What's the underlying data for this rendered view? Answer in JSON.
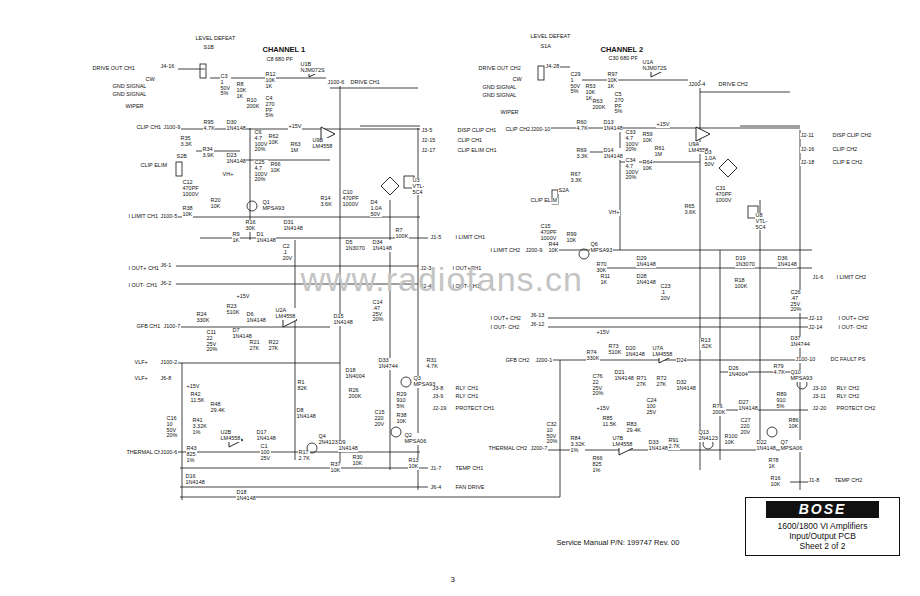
{
  "diagram": {
    "nodes": [
      {
        "text": [
          "BOSE",
          "1600/1800 VI Amplifiers",
          "Input/Output PCB",
          "Sheet 2 of 2"
        ]
      }
    ],
    "labels": [
      "CHANNEL 1",
      "LEVEL DEFEAT",
      "S1B",
      "DRIVE OUT CH1",
      "J4-16",
      "CW",
      "GND SIGNAL",
      "GND SIGNAL",
      "WIPER",
      "C3 1 50V 5%",
      "R8 10K 1K",
      "R10 200K",
      "R12 10K 1K",
      "C8 680 PF",
      "C4 270 PF 5%",
      "U1B NJM072S",
      "J100-6",
      "DRIVE CH1",
      "CLIP CH1",
      "J100-9",
      "R95 4.7K",
      "D30 1N4148",
      "R35 3.3K",
      "R34 3.9K",
      "D23 1N4148",
      "C6 4.7 100V 20%",
      "R62 10K",
      "+15V",
      "R63 1M",
      "U9B LM4558",
      "C25 4.7 100V 20%",
      "R66 10K",
      "S2B",
      "CLIP ELIM",
      "VH+",
      "C12 470PF 1000V",
      "R20 10K",
      "Q1 MPSA93",
      "R38 10K",
      "I LIMIT CH1",
      "J100-5",
      "R14 3.6K",
      "C10 470PF 1000V",
      "D4 1.0A 50V",
      "U3 VTL-5C4",
      "J3-5",
      "DISP CLIP CH1",
      "J2-15",
      "CLIP CH1",
      "J2-17",
      "CLIP ELIM CH1",
      "R16 30K",
      "D31 1N4148",
      "R9 1K",
      "D1 1N4148",
      "C2 .1 20V",
      "D5 1N3070",
      "D34 1N4148",
      "R7 100K",
      "J1-5",
      "I LIMIT CH1",
      "I OUT+ CH1",
      "J6-1",
      "I OUT- CH1",
      "J6-2",
      "J2-3",
      "I OUT+CH1",
      "J2-4",
      "I OUT-CH1",
      "R24 330K",
      "R23 510K",
      "+15V",
      "C11 22 25V 20%",
      "D7 1N4148",
      "D6 1N4148",
      "U2A LM4558",
      "R21 27K",
      "R22 27K",
      "GFB CH1",
      "J100-7",
      "D15 1N4148",
      "C14 .47 25V 20%",
      "R1 82K",
      "R31 4.7K",
      "D18 1N4004",
      "D33 1N4744",
      "R26 200K",
      "Q3 MPSA93",
      "J3-8",
      "RLY CH1",
      "J3-9",
      "RLY CH1",
      "J2-19",
      "PROTECT CH1",
      "R29 910 5%",
      "R38 10K",
      "Q2 MPSA06",
      "C15 220 20V",
      "VLF+",
      "J100-2",
      "VLF+",
      "J6-8",
      "+15V",
      "R42 11.5K",
      "R48 29.4K",
      "C16 10 50V 20%",
      "R41 3.32K 1%",
      "U2B LM4558",
      "D17 1N4148",
      "D8 1N4148",
      "D9 1N4148",
      "R43 825 1%",
      "THERMAL CH1",
      "J100-6",
      "C1 100 25V",
      "R17 2.7K",
      "Q4 2N4123",
      "R37 10K",
      "R30 10K",
      "D16 1N4148",
      "R13 10K",
      "J1-7",
      "TEMP CH1",
      "J6-4",
      "FAN DRIVE",
      "D18 1N4148",
      "CHANNEL 2",
      "LEVEL DEFEAT",
      "S1A",
      "DRIVE OUT CH2",
      "J4-28",
      "CW",
      "GND SIGNAL",
      "GND SIGNAL",
      "WIPER",
      "C29 1 50V 5%",
      "R53 10K 1K",
      "R63 200K",
      "R97 10K 1K",
      "C30 680 PF",
      "C5 270 PF 5%",
      "U1A NJM072S",
      "J200-4",
      "DRIVE CH2",
      "CLIP CH2",
      "J200-10",
      "R60 4.7K",
      "D13 1N4148",
      "R69 3.3K",
      "D14 1N4148",
      "C33 4.7 100V 20%",
      "R59 10K",
      "+15V",
      "R61 1M",
      "U9A LM4558",
      "C34 4.7 100V 20%",
      "R64 10K",
      "R67 3.3K",
      "S2A",
      "CLIP ELIM",
      "VH+",
      "C15 470PF 1000V",
      "R99 10K",
      "R44 10K",
      "I LIMIT CH2",
      "J200-9",
      "Q6 MPSA93",
      "R70 30K",
      "R11 1K",
      "D29 1N4148",
      "D28 1N4148",
      "C23 .1 20V",
      "R65 3.6K",
      "C31 470PF 1000V",
      "D3 1.0A 50V",
      "U8 VTL-5C4",
      "J2-11",
      "DISP CLIP CH2",
      "J2-16",
      "CLIP CH2",
      "J2-18",
      "CLIP E CH2",
      "D19 1N3070",
      "D36 1N4148",
      "R18 100K",
      "J1-6",
      "I LIMIT CH2",
      "C26 .47 25V 20%",
      "I OUT+ CH2",
      "J6-13",
      "I OUT- CH2",
      "J6-12",
      "J2-13",
      "I OUT+ CH2",
      "J2-14",
      "I OUT- CH2",
      "D37 1N4744",
      "+15V",
      "R74 330K",
      "R73 510K",
      "D20 1N4148",
      "U7A LM4558",
      "R13 .62K",
      "GFB CH2",
      "J200-1",
      "C76 22 25V 20%",
      "D21 1N4148",
      "R71 27K",
      "R72 27K",
      "D24",
      "D32 1N4148",
      "D26 1N4004",
      "R79 4.7K",
      "J100-10",
      "DC FAULT PS",
      "J3-10",
      "RLY CH2",
      "J3-11",
      "RLY CH2",
      "J2-20",
      "PROTECT CH2",
      "Q10 MPSA93",
      "R76 200K",
      "D27 1N4148",
      "C27 220 20V",
      "R89 910 5%",
      "R86 10K",
      "R100 10K",
      "D22 1N4148",
      "Q7 MPSA06",
      "Q13 2N4123",
      "R91 2.7K",
      "C24 100 25V",
      "U7B LM4558",
      "+15V",
      "R85 11.5K",
      "R83 29.4K",
      "D33 1N4148",
      "C32 10 50V 20%",
      "R84 3.32K 1%",
      "R66 825 1%",
      "THERMAL CH2",
      "J200-7",
      "R78 1K",
      "R16 10K",
      "J1-8",
      "TEMP CH2",
      "Service Manual P/N: 199747 Rev. 00",
      "3",
      "www.radiofans.cn"
    ]
  }
}
